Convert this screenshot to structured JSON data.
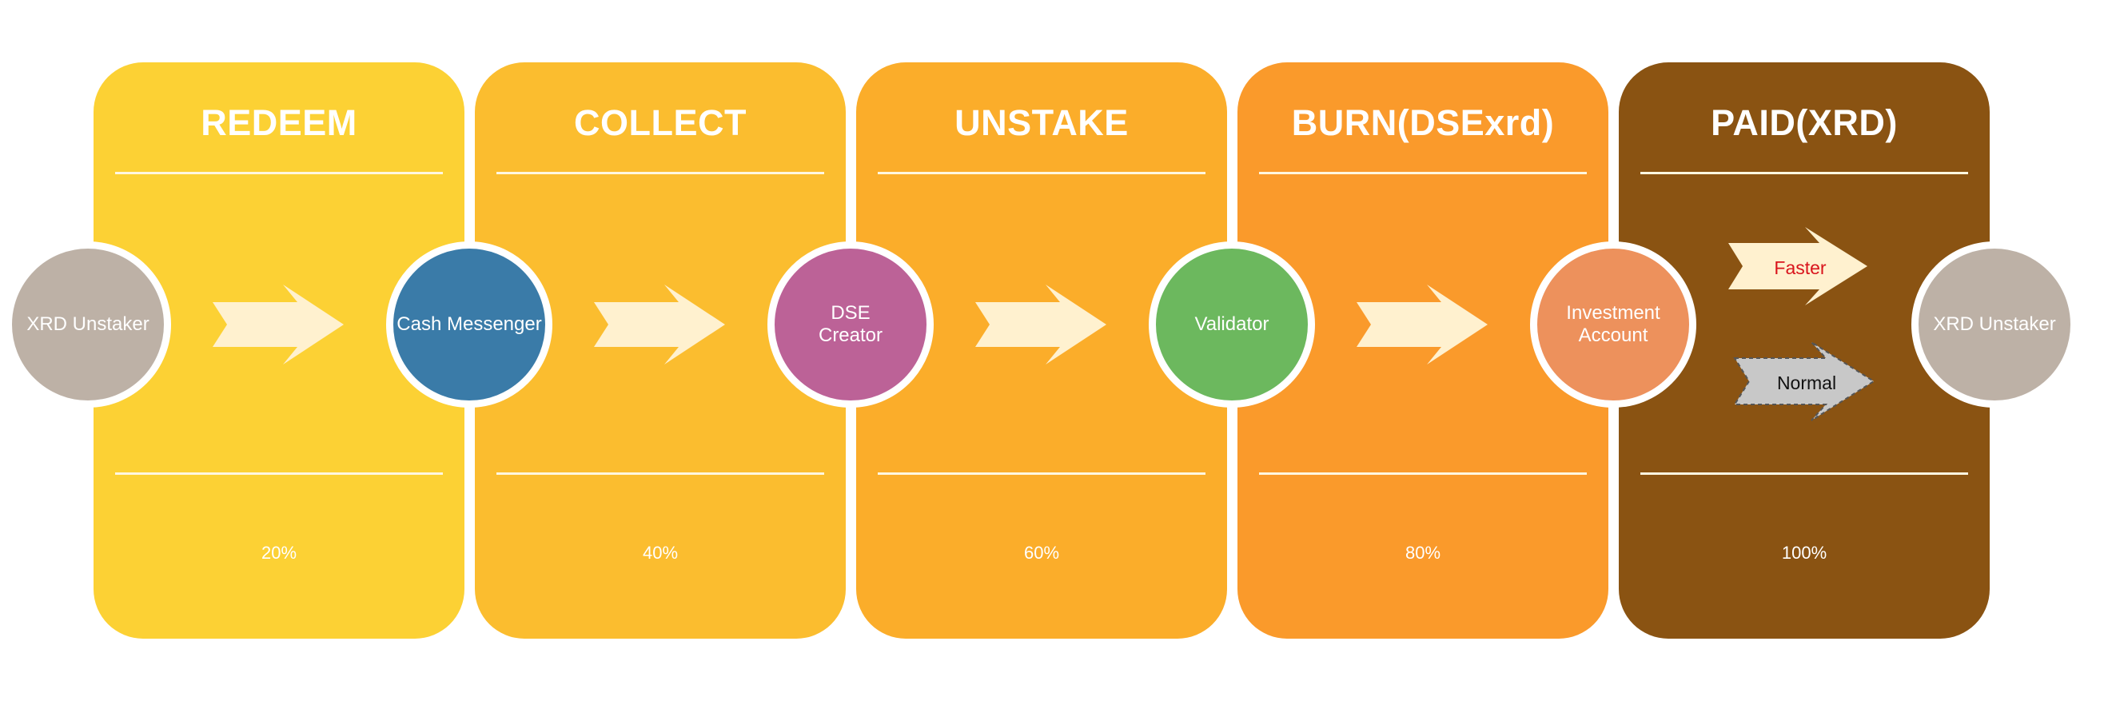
{
  "stages": [
    {
      "title": "REDEEM",
      "percent": "20%",
      "color": "#fcd134"
    },
    {
      "title": "COLLECT",
      "percent": "40%",
      "color": "#fbbd2f"
    },
    {
      "title": "UNSTAKE",
      "percent": "60%",
      "color": "#fbad2a"
    },
    {
      "title": "BURN(DSExrd)",
      "percent": "80%",
      "color": "#fa9a2b"
    },
    {
      "title": "PAID(XRD)",
      "percent": "100%",
      "color": "#8a5312"
    }
  ],
  "nodes": [
    {
      "label": "XRD Unstaker",
      "color": "#bdb1a6"
    },
    {
      "label": "Cash Messenger",
      "color": "#3a7ba8"
    },
    {
      "label": "DSE Creator",
      "color": "#bc6297"
    },
    {
      "label": "Validator",
      "color": "#6cb85e"
    },
    {
      "label": "Investment Account",
      "color": "#ed915c"
    },
    {
      "label": "XRD Unstaker",
      "color": "#bdb1a6"
    }
  ],
  "arrows": {
    "flow_color": "#fff1cf",
    "faster_label": "Faster",
    "faster_color": "#d9141c",
    "normal_label": "Normal",
    "normal_fill": "#c8c8c8"
  }
}
